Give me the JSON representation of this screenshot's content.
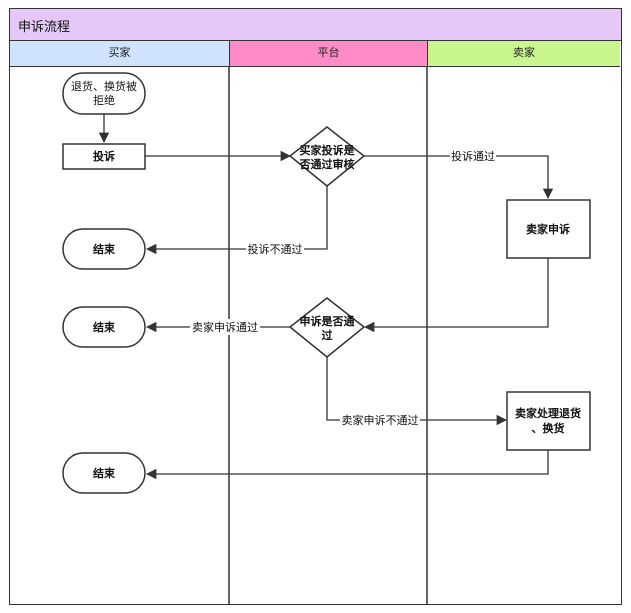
{
  "title": "申诉流程",
  "lanes": [
    {
      "id": "buyer",
      "label": "买家",
      "color": "#cfe2ff"
    },
    {
      "id": "platform",
      "label": "平台",
      "color": "#ff8cc6"
    },
    {
      "id": "seller",
      "label": "卖家",
      "color": "#c8f58e"
    }
  ],
  "nodes": {
    "start": {
      "lines": [
        "退货、换货被",
        "拒绝"
      ]
    },
    "complain": {
      "lines": [
        "投诉"
      ]
    },
    "review_complaint": {
      "lines": [
        "买家投诉是",
        "否通过审核"
      ]
    },
    "end1": {
      "lines": [
        "结束"
      ]
    },
    "seller_appeal": {
      "lines": [
        "卖家申诉"
      ]
    },
    "appeal_pass": {
      "lines": [
        "申诉是否通",
        "过"
      ]
    },
    "end2": {
      "lines": [
        "结束"
      ]
    },
    "seller_handle": {
      "lines": [
        "卖家处理退货",
        "、换货"
      ]
    },
    "end3": {
      "lines": [
        "结束"
      ]
    }
  },
  "edge_labels": {
    "complaint_pass": "投诉通过",
    "complaint_fail": "投诉不通过",
    "appeal_pass": "卖家申诉通过",
    "appeal_fail": "卖家申诉不通过"
  }
}
